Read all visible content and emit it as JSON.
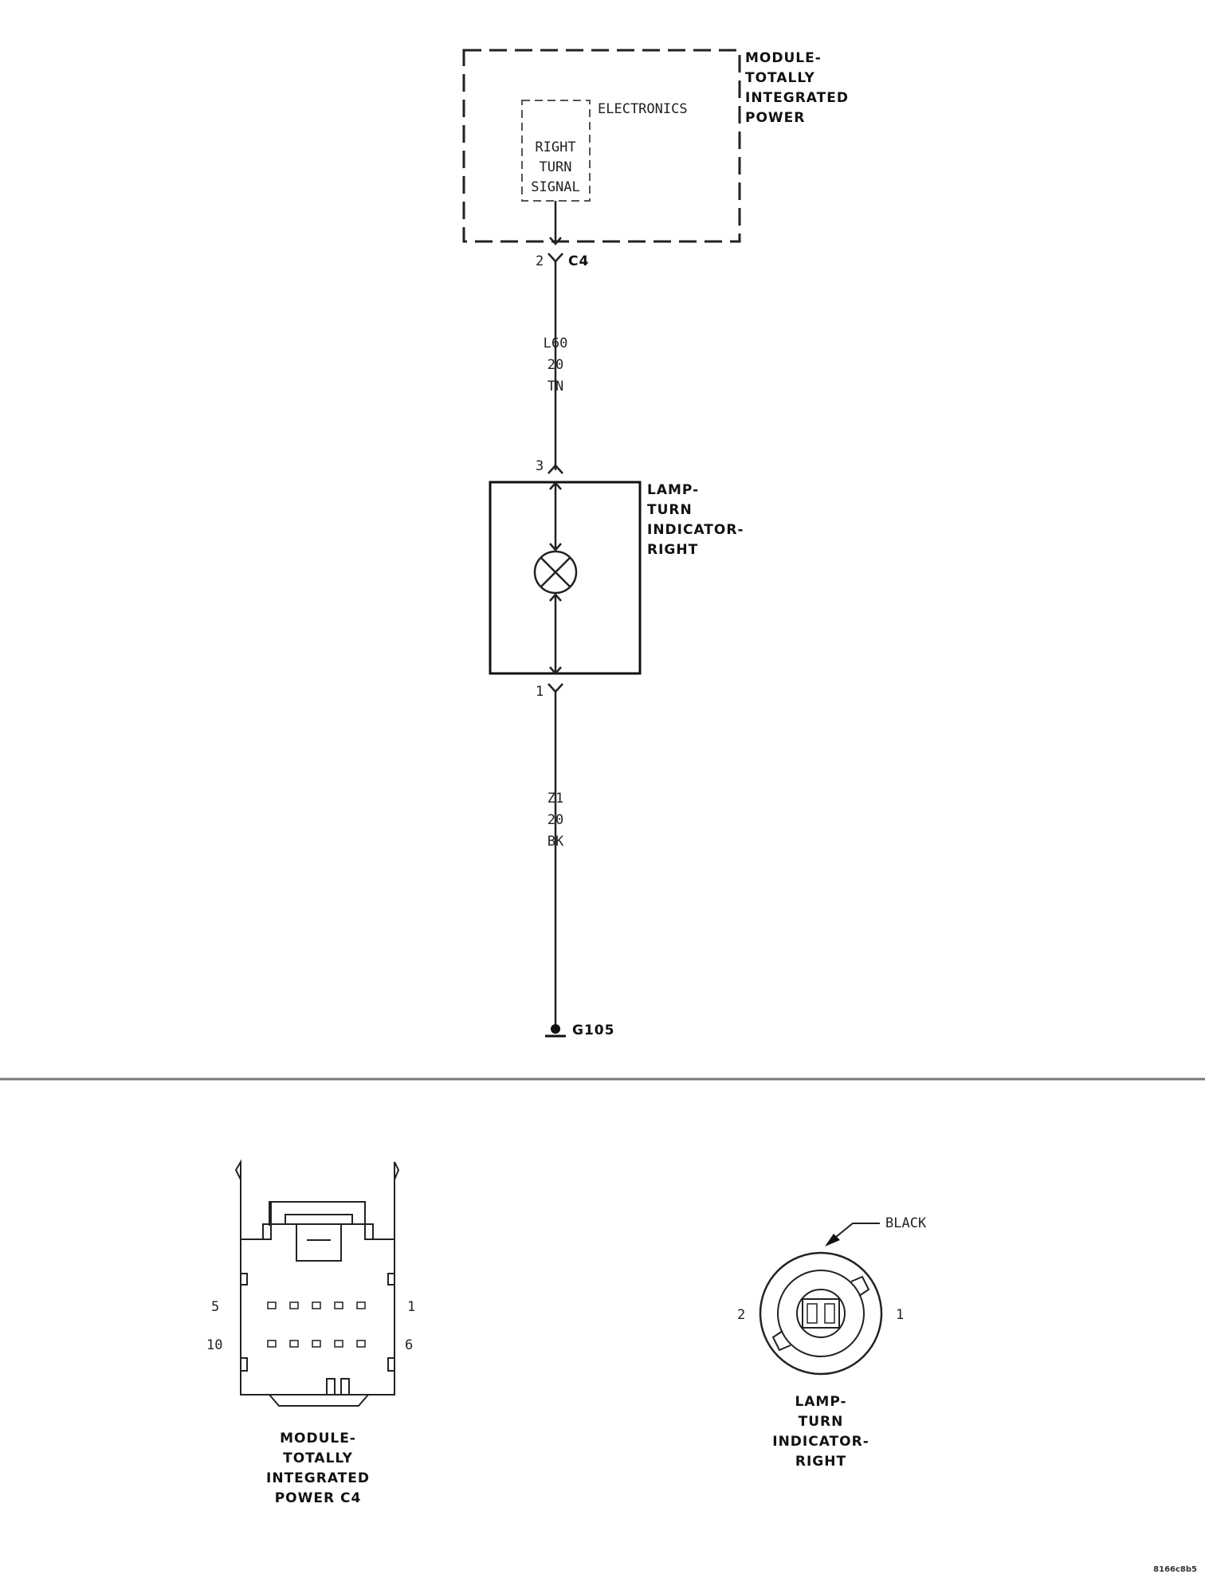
{
  "module": {
    "title_lines": [
      "MODULE-",
      "TOTALLY",
      "INTEGRATED",
      "POWER"
    ],
    "electronics_label": "ELECTRONICS",
    "signal_lines": [
      "RIGHT",
      "TURN",
      "SIGNAL"
    ]
  },
  "connector_c4": {
    "pin": "2",
    "name": "C4"
  },
  "wire_upper": {
    "circuit": "L60",
    "gauge": "20",
    "color": "TN"
  },
  "lamp": {
    "pin_top": "3",
    "pin_bottom": "1",
    "title_lines": [
      "LAMP-",
      "TURN",
      "INDICATOR-",
      "RIGHT"
    ]
  },
  "wire_lower": {
    "circuit": "Z1",
    "gauge": "20",
    "color": "BK"
  },
  "ground": {
    "name": "G105"
  },
  "module_connector_view": {
    "pins": {
      "top_left": "5",
      "top_right": "1",
      "bottom_left": "10",
      "bottom_right": "6"
    },
    "caption_lines": [
      "MODULE-",
      "TOTALLY",
      "INTEGRATED",
      "POWER C4"
    ]
  },
  "lamp_connector_view": {
    "color_label": "BLACK",
    "pin_left": "2",
    "pin_right": "1",
    "caption_lines": [
      "LAMP-",
      "TURN",
      "INDICATOR-",
      "RIGHT"
    ]
  },
  "figure_id": "8166c8b5"
}
